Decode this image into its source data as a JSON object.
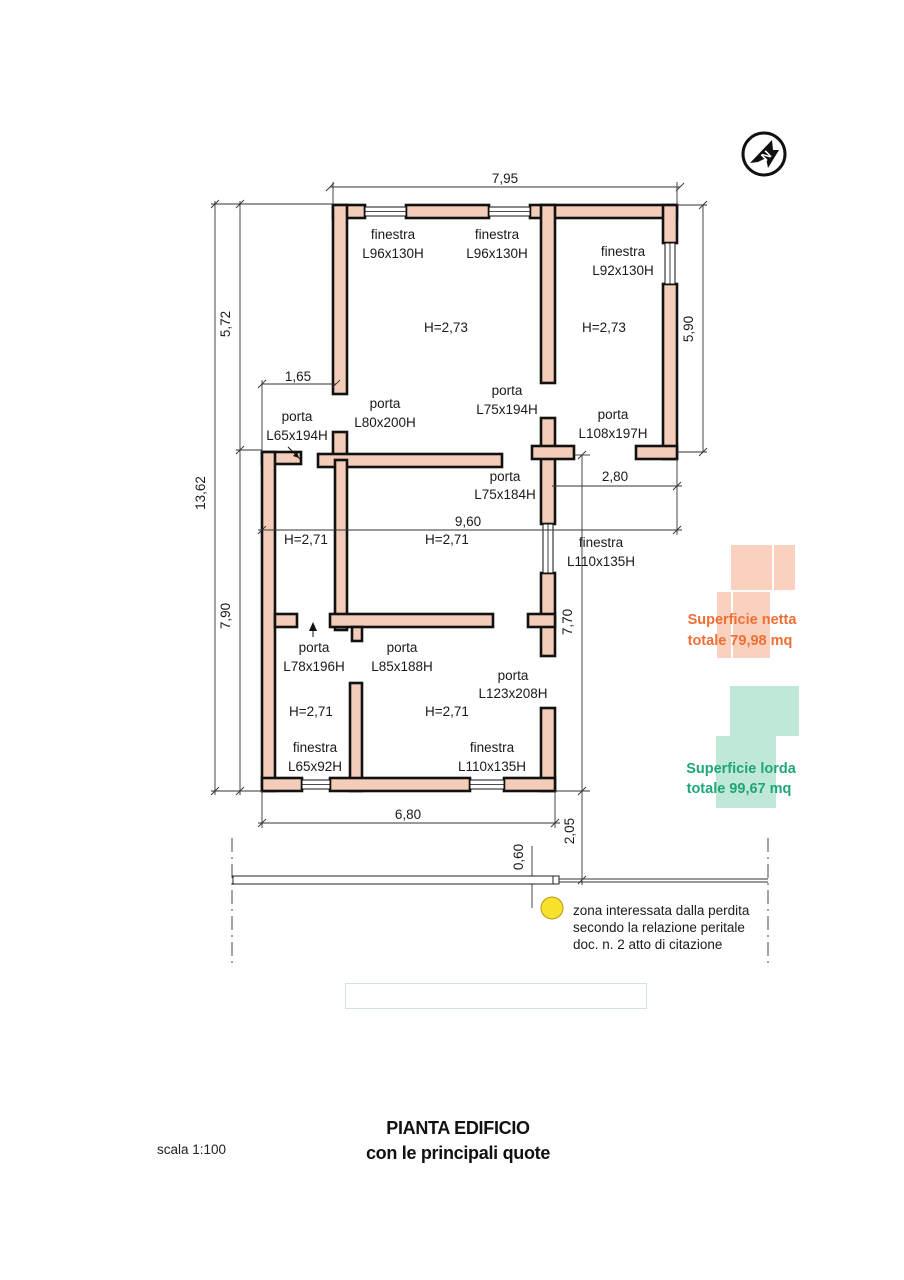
{
  "title": {
    "line1": "PIANTA EDIFICIO",
    "line2": "con le principali quote"
  },
  "scale": "scala 1:100",
  "north_label": "N",
  "rooms": [
    {
      "id": "top-left",
      "height": "H=2,73"
    },
    {
      "id": "top-right",
      "height": "H=2,73"
    },
    {
      "id": "corridor",
      "height": "H=2,71"
    },
    {
      "id": "central",
      "height": "H=2,71"
    },
    {
      "id": "bottom-left",
      "height": "H=2,71"
    },
    {
      "id": "bottom-central",
      "height": "H=2,71"
    }
  ],
  "openings": [
    {
      "kind": "finestra",
      "size": "L96x130H"
    },
    {
      "kind": "finestra",
      "size": "L96x130H"
    },
    {
      "kind": "finestra",
      "size": "L92x130H"
    },
    {
      "kind": "porta",
      "size": "L80x200H"
    },
    {
      "kind": "porta",
      "size": "L75x194H"
    },
    {
      "kind": "porta",
      "size": "L108x197H"
    },
    {
      "kind": "porta",
      "size": "L65x194H"
    },
    {
      "kind": "porta",
      "size": "L75x184H"
    },
    {
      "kind": "finestra",
      "size": "L110x135H"
    },
    {
      "kind": "porta",
      "size": "L78x196H"
    },
    {
      "kind": "porta",
      "size": "L85x188H"
    },
    {
      "kind": "porta",
      "size": "L123x208H"
    },
    {
      "kind": "finestra",
      "size": "L65x92H"
    },
    {
      "kind": "finestra",
      "size": "L110x135H"
    }
  ],
  "dimensions": {
    "top_width": "7,95",
    "left_upper": "5,72",
    "left_total": "13,62",
    "left_lower": "7,90",
    "right_upper": "5,90",
    "step": "1,65",
    "right_step": "2,80",
    "mid_width": "9,60",
    "right_lower": "7,70",
    "bottom_width": "6,80",
    "to_pipe": "2,05",
    "pipe_offset": "0,60"
  },
  "legend": {
    "net_line1": "Superficie netta",
    "net_line2": "totale 79,98 mq",
    "gross_line1": "Superficie lorda",
    "gross_line2": "totale 99,67 mq",
    "net_color": "#ee6f33",
    "gross_color": "#1fa57a"
  },
  "leak_note": {
    "line1": "zona interessata dalla perdita",
    "line2": "secondo la relazione peritale",
    "line3": "doc. n. 2 atto di citazione",
    "marker_color": "#f7e12a"
  }
}
